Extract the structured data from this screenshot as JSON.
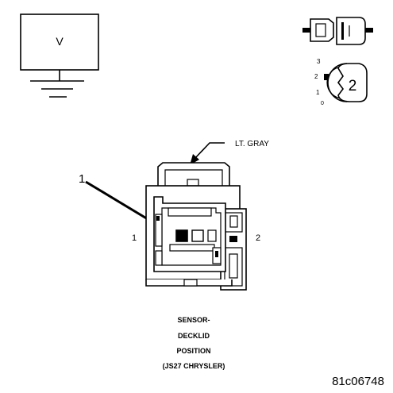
{
  "meter": {
    "symbol": "V"
  },
  "probe_icon": {
    "icon": "probe-connector-icon"
  },
  "position_icon": {
    "icon": "key-position-icon",
    "positions": [
      "3",
      "2",
      "1",
      "0"
    ],
    "key_number": "2"
  },
  "connector": {
    "wire_color": "LT. GRAY",
    "callout_number": "1",
    "pin_left": "1",
    "pin_right": "2"
  },
  "caption": {
    "lines": [
      "SENSOR-",
      "DECKLID",
      "POSITION",
      "(JS27 CHRYSLER)"
    ]
  },
  "figure_id": "81c06748",
  "colors": {
    "ink": "#000000",
    "background": "#ffffff",
    "gray_fill": "#b0b0b0"
  }
}
